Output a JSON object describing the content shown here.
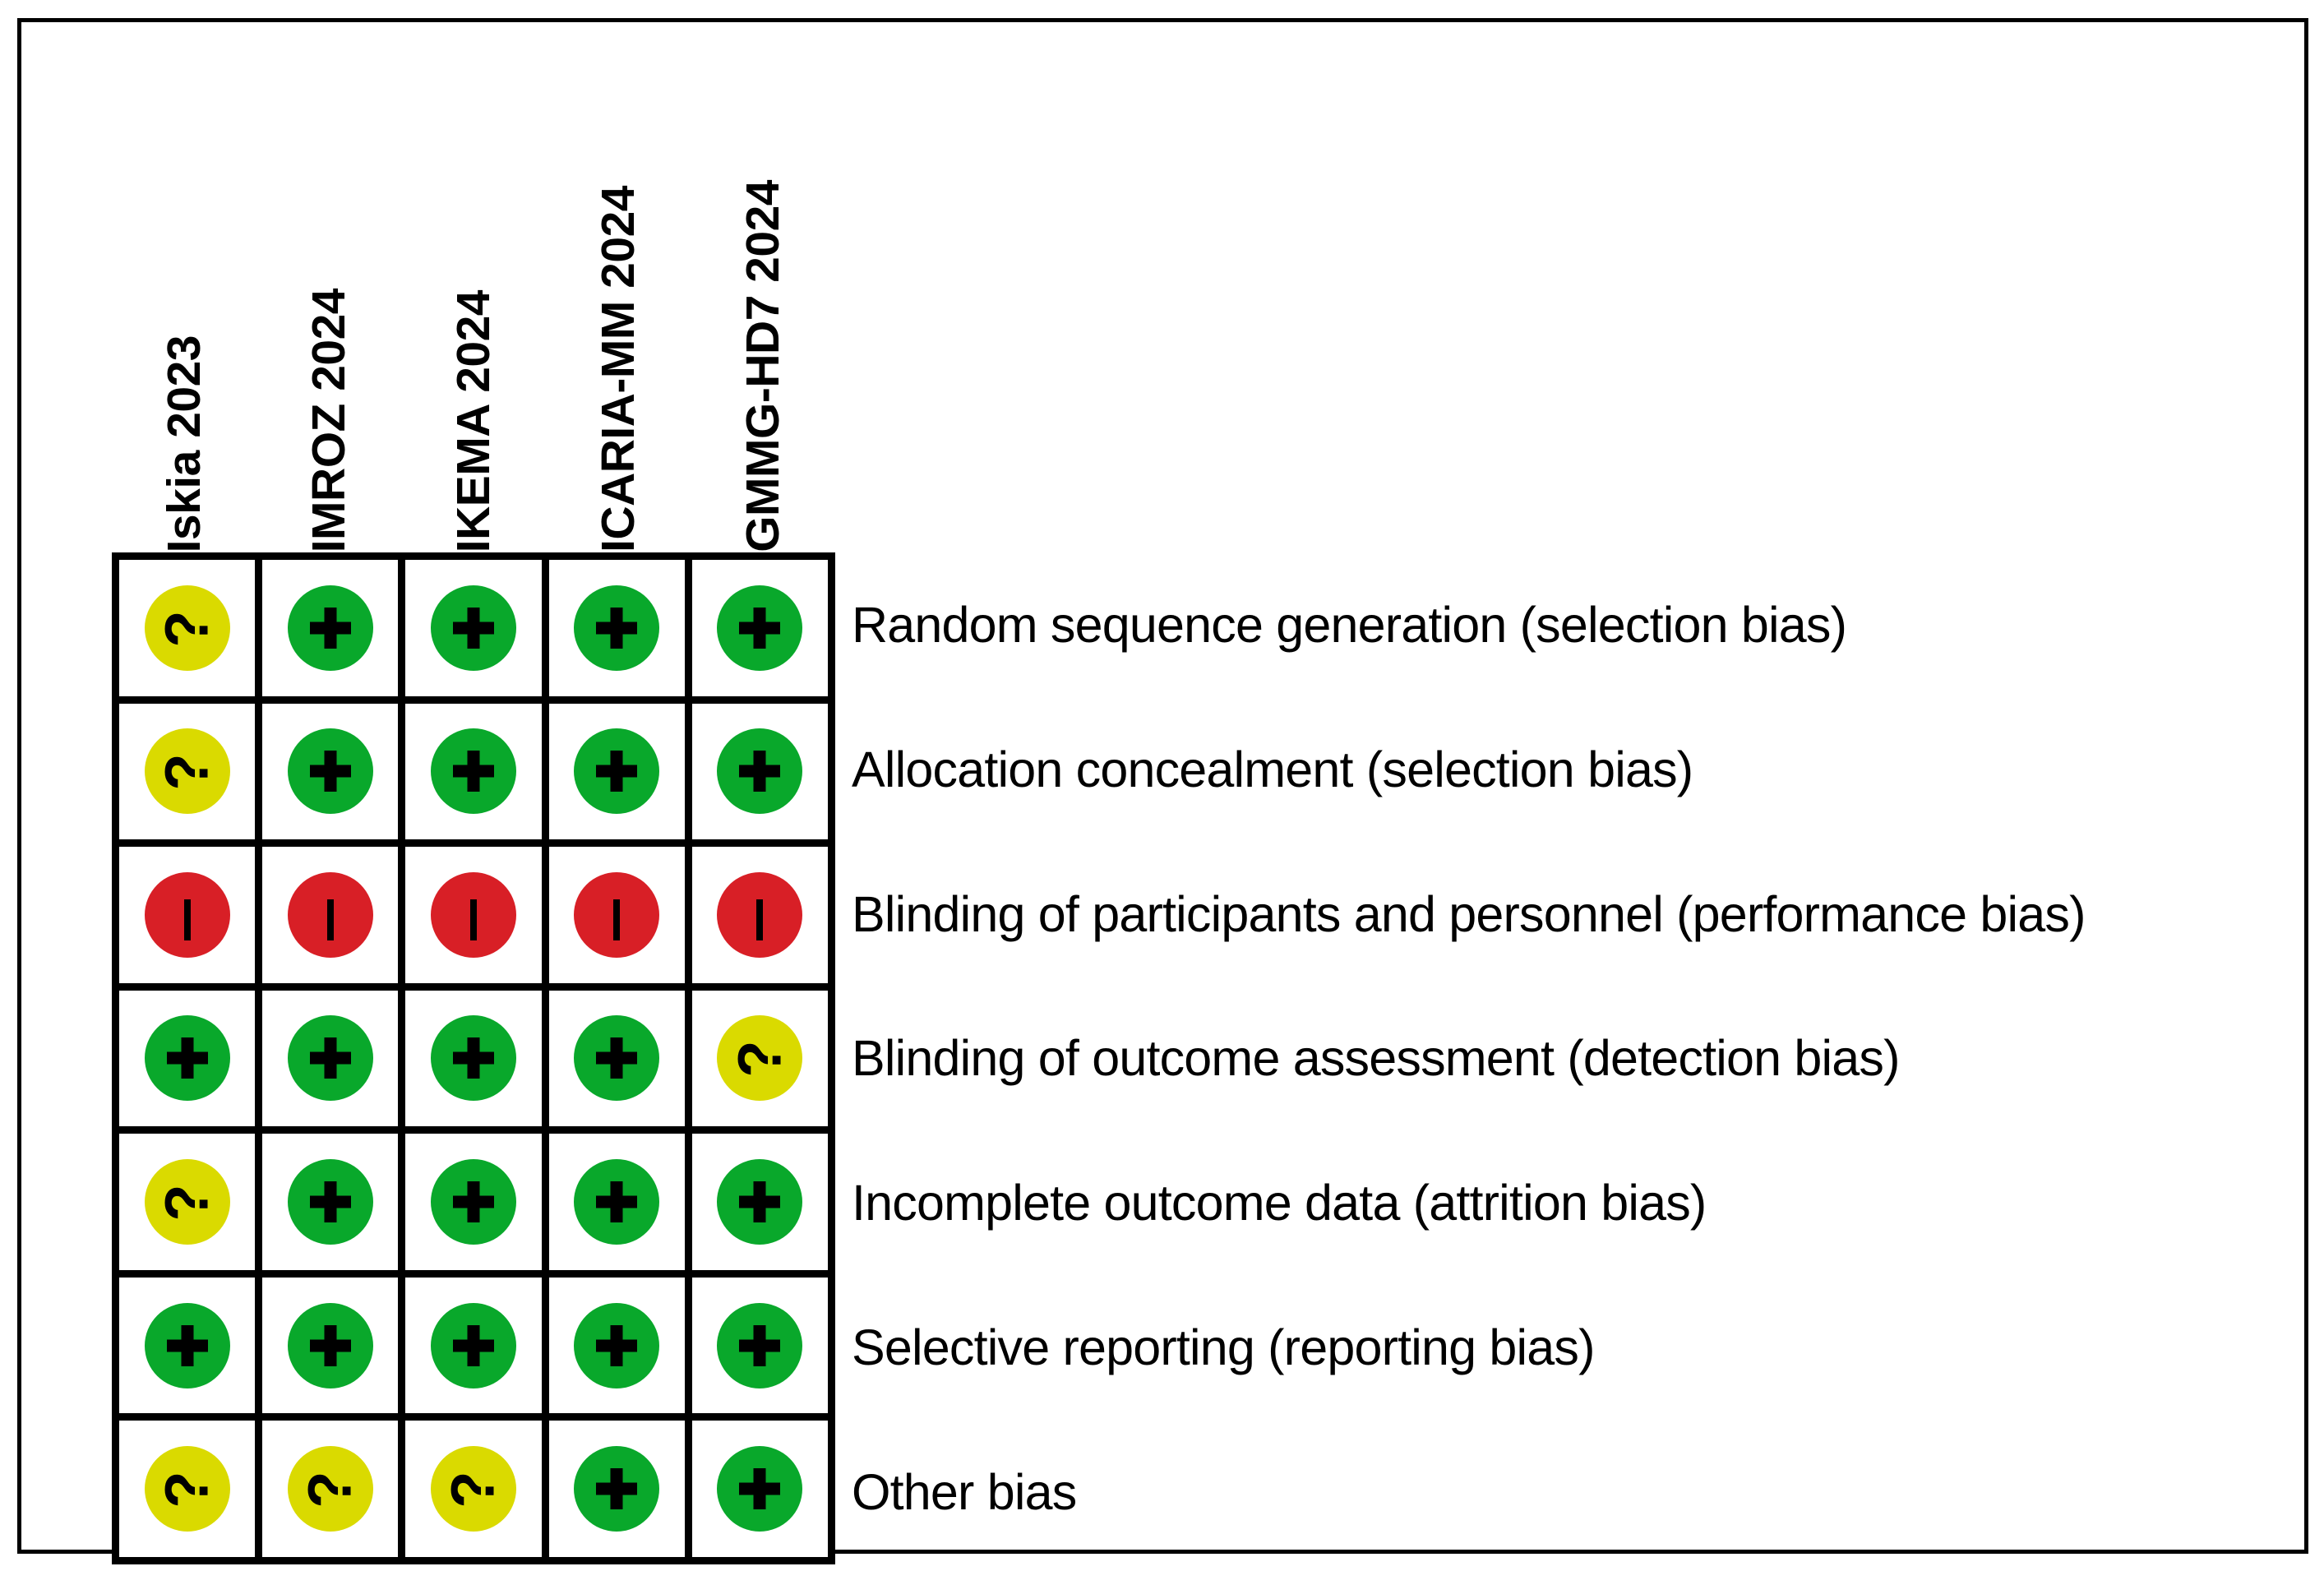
{
  "figure": {
    "type": "risk-of-bias-summary",
    "colors": {
      "low_risk": "#09A82B",
      "high_risk": "#D81F26",
      "unclear_risk": "#DADA00",
      "grid_line": "#000000",
      "background": "#ffffff"
    }
  },
  "chart_data": {
    "type": "heatmap",
    "title": "",
    "xlabel": "",
    "ylabel": "",
    "legend_position": "none",
    "grid": true,
    "categories": [
      "Iskia 2023",
      "IMROZ 2024",
      "IKEMA 2024",
      "ICARIA-MM 2024",
      "GMMG-HD7 2024"
    ],
    "rows": [
      "Random sequence generation (selection bias)",
      "Allocation concealment (selection bias)",
      "Blinding of participants and personnel (performance bias)",
      "Blinding of outcome assessment (detection bias)",
      "Incomplete outcome data (attrition bias)",
      "Selective reporting (reporting bias)",
      "Other bias"
    ],
    "value_legend": {
      "low": "+",
      "high": "–",
      "unclear": "?"
    },
    "values": [
      [
        "unclear",
        "low",
        "low",
        "low",
        "low"
      ],
      [
        "unclear",
        "low",
        "low",
        "low",
        "low"
      ],
      [
        "high",
        "high",
        "high",
        "high",
        "high"
      ],
      [
        "low",
        "low",
        "low",
        "low",
        "unclear"
      ],
      [
        "unclear",
        "low",
        "low",
        "low",
        "low"
      ],
      [
        "low",
        "low",
        "low",
        "low",
        "low"
      ],
      [
        "unclear",
        "unclear",
        "unclear",
        "low",
        "low"
      ]
    ]
  },
  "columns": [
    {
      "label": "Iskia 2023"
    },
    {
      "label": "IMROZ 2024"
    },
    {
      "label": "IKEMA 2024"
    },
    {
      "label": "ICARIA-MM 2024"
    },
    {
      "label": "GMMG-HD7 2024"
    }
  ],
  "rows": [
    {
      "label": "Random sequence generation (selection bias)",
      "cells": [
        "unclear",
        "low",
        "low",
        "low",
        "low"
      ]
    },
    {
      "label": "Allocation concealment (selection bias)",
      "cells": [
        "unclear",
        "low",
        "low",
        "low",
        "low"
      ]
    },
    {
      "label": "Blinding of participants and personnel (performance bias)",
      "cells": [
        "high",
        "high",
        "high",
        "high",
        "high"
      ]
    },
    {
      "label": "Blinding of outcome assessment (detection bias)",
      "cells": [
        "low",
        "low",
        "low",
        "low",
        "unclear"
      ]
    },
    {
      "label": "Incomplete outcome data (attrition bias)",
      "cells": [
        "unclear",
        "low",
        "low",
        "low",
        "low"
      ]
    },
    {
      "label": "Selective reporting (reporting bias)",
      "cells": [
        "low",
        "low",
        "low",
        "low",
        "low"
      ]
    },
    {
      "label": "Other bias",
      "cells": [
        "unclear",
        "unclear",
        "unclear",
        "low",
        "low"
      ]
    }
  ],
  "glyphs": {
    "low": "+",
    "high": "–",
    "unclear": "?"
  }
}
